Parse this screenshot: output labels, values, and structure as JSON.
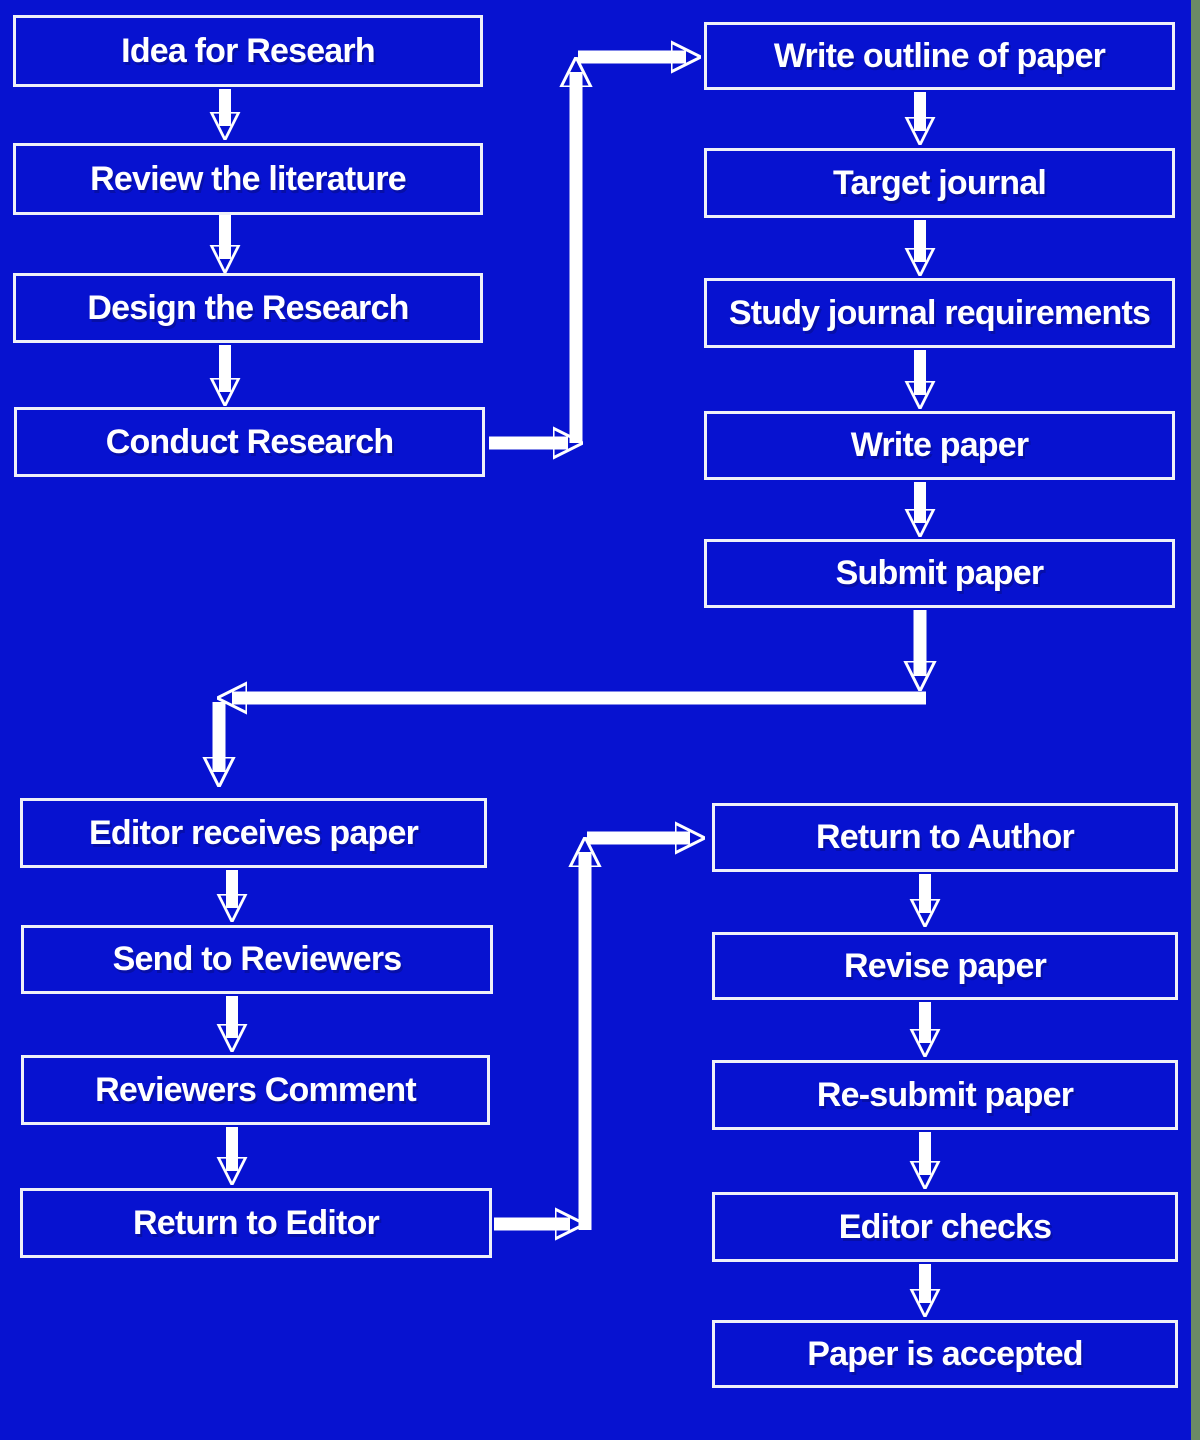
{
  "page": {
    "background_color": "#0712d0",
    "box_border_color": "#eef0f8",
    "arrow_color": "#ffffff",
    "text_color": "#ffffff",
    "edge_strip_color": "#6b8a66"
  },
  "flow": {
    "nodes": [
      {
        "id": "idea-for-research",
        "label": "Idea for Researh"
      },
      {
        "id": "review-literature",
        "label": "Review the literature"
      },
      {
        "id": "design-research",
        "label": "Design the Research"
      },
      {
        "id": "conduct-research",
        "label": "Conduct Research"
      },
      {
        "id": "write-outline",
        "label": "Write outline of paper"
      },
      {
        "id": "target-journal",
        "label": "Target journal"
      },
      {
        "id": "study-requirements",
        "label": "Study journal requirements"
      },
      {
        "id": "write-paper",
        "label": "Write paper"
      },
      {
        "id": "submit-paper",
        "label": "Submit paper"
      },
      {
        "id": "editor-receives",
        "label": "Editor receives paper"
      },
      {
        "id": "send-reviewers",
        "label": "Send to Reviewers"
      },
      {
        "id": "reviewers-comment",
        "label": "Reviewers Comment"
      },
      {
        "id": "return-editor",
        "label": "Return to Editor"
      },
      {
        "id": "return-author",
        "label": "Return to Author"
      },
      {
        "id": "revise-paper",
        "label": "Revise paper"
      },
      {
        "id": "resubmit-paper",
        "label": "Re-submit paper"
      },
      {
        "id": "editor-checks",
        "label": "Editor checks"
      },
      {
        "id": "paper-accepted",
        "label": "Paper is accepted"
      }
    ],
    "connections": [
      {
        "from": "Idea for Researh",
        "to": "Review the literature"
      },
      {
        "from": "Review the literature",
        "to": "Design the Research"
      },
      {
        "from": "Design the Research",
        "to": "Conduct Research"
      },
      {
        "from": "Conduct Research",
        "to": "Write outline of paper"
      },
      {
        "from": "Write outline of paper",
        "to": "Target journal"
      },
      {
        "from": "Target journal",
        "to": "Study journal requirements"
      },
      {
        "from": "Study journal requirements",
        "to": "Write paper"
      },
      {
        "from": "Write paper",
        "to": "Submit paper"
      },
      {
        "from": "Submit paper",
        "to": "Editor receives paper"
      },
      {
        "from": "Editor receives paper",
        "to": "Send to Reviewers"
      },
      {
        "from": "Send to Reviewers",
        "to": "Reviewers Comment"
      },
      {
        "from": "Reviewers Comment",
        "to": "Return to Editor"
      },
      {
        "from": "Return to Editor",
        "to": "Return to Author"
      },
      {
        "from": "Return to Author",
        "to": "Revise paper"
      },
      {
        "from": "Revise paper",
        "to": "Re-submit paper"
      },
      {
        "from": "Re-submit paper",
        "to": "Editor checks"
      },
      {
        "from": "Editor checks",
        "to": "Paper is accepted"
      }
    ]
  }
}
